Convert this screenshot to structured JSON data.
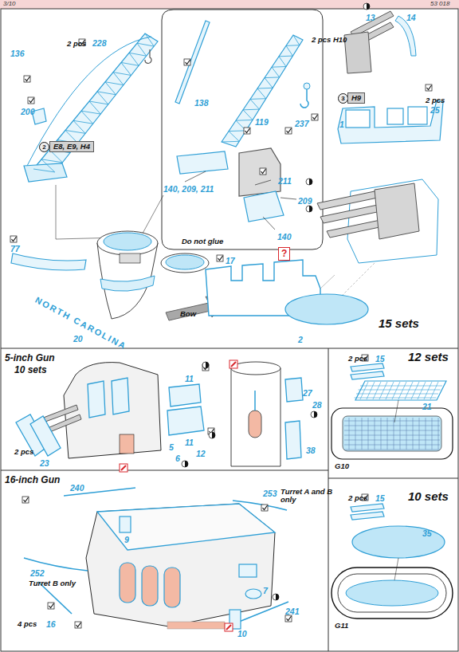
{
  "diagram": {
    "nodes": [
      {
        "text": [
          "E8, E9, H4"
        ]
      },
      {
        "text": [
          "H9"
        ]
      },
      {
        "text": [
          "?"
        ]
      }
    ],
    "labels": [
      "3/10",
      "53 018",
      "2 pcs",
      "228",
      "136",
      "200",
      "2",
      "77",
      "NORTH CAROLINA",
      "20",
      "Bow",
      "138",
      "119",
      "237",
      "140, 209, 211",
      "211",
      "209",
      "140",
      "Do not glue",
      "13",
      "14",
      "2 pcs H10",
      "3",
      "2 pcs",
      "25",
      "1",
      "17",
      "2",
      "15 sets",
      "5-inch Gun",
      "10 sets",
      "11",
      "11",
      "12",
      "5",
      "6",
      "2 pcs",
      "23",
      "27",
      "28",
      "38",
      "16-inch Gun",
      "240",
      "9",
      "253",
      "Turret A and B only",
      "252",
      "Turret B only",
      "7",
      "10",
      "4 pcs",
      "16",
      "241",
      "2 pcs",
      "15",
      "12 sets",
      "21",
      "G10",
      "2 pcs",
      "15",
      "10 sets",
      "35",
      "G11"
    ]
  }
}
